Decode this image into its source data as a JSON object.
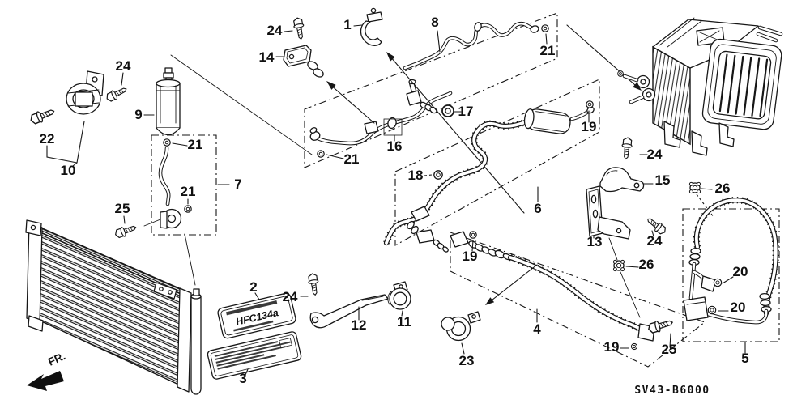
{
  "diagram": {
    "code": "SV43-B6000",
    "front_marker": "FR.",
    "label_hfc": "HFC134a"
  },
  "colors": {
    "background": "#ffffff",
    "line": "#161616"
  },
  "callouts": [
    {
      "text": "24"
    },
    {
      "text": "1"
    },
    {
      "text": "8"
    },
    {
      "text": "21"
    },
    {
      "text": "14"
    },
    {
      "text": "24"
    },
    {
      "text": "9"
    },
    {
      "text": "22"
    },
    {
      "text": "10"
    },
    {
      "text": "17"
    },
    {
      "text": "16"
    },
    {
      "text": "21"
    },
    {
      "text": "21"
    },
    {
      "text": "21"
    },
    {
      "text": "7"
    },
    {
      "text": "25"
    },
    {
      "text": "18"
    },
    {
      "text": "19"
    },
    {
      "text": "6"
    },
    {
      "text": "24"
    },
    {
      "text": "15"
    },
    {
      "text": "26"
    },
    {
      "text": "13"
    },
    {
      "text": "24"
    },
    {
      "text": "2"
    },
    {
      "text": "24"
    },
    {
      "text": "12"
    },
    {
      "text": "11"
    },
    {
      "text": "3"
    },
    {
      "text": "19"
    },
    {
      "text": "26"
    },
    {
      "text": "23"
    },
    {
      "text": "4"
    },
    {
      "text": "19"
    },
    {
      "text": "20"
    },
    {
      "text": "20"
    },
    {
      "text": "25"
    },
    {
      "text": "5"
    }
  ]
}
